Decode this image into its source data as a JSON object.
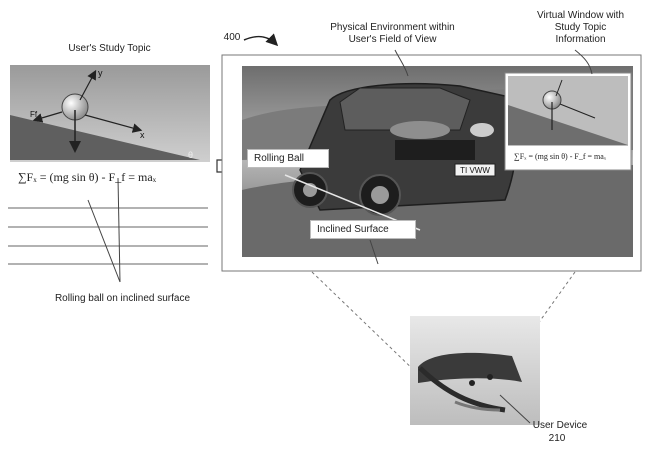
{
  "labels": {
    "study_topic": "User's Study Topic",
    "figure_ref": "400",
    "physical_env": "Physical Environment within User's Field of View",
    "virtual_window": "Virtual Window with Study Topic Information",
    "rolling_ball_caption": "Rolling ball on inclined surface",
    "rolling_ball_tag": "Rolling Ball",
    "inclined_surface_tag": "Inclined Surface",
    "user_device": "User Device",
    "user_device_ref": "210",
    "plate": "TI VWW"
  },
  "formula": {
    "main": "∑Fₓ = (mg sin θ) - F_f = maₓ",
    "mini": "∑Fₓ = (mg sin θ) - F_f = maₓ"
  },
  "diagram_letters": {
    "y": "y",
    "x": "x",
    "ff": "Ff",
    "theta": "θ"
  },
  "colors": {
    "line": "#333333",
    "photo_dark": "#3a3a3a",
    "photo_mid": "#8a8a8a",
    "photo_light": "#d9d9d9",
    "incline": "#555555"
  }
}
